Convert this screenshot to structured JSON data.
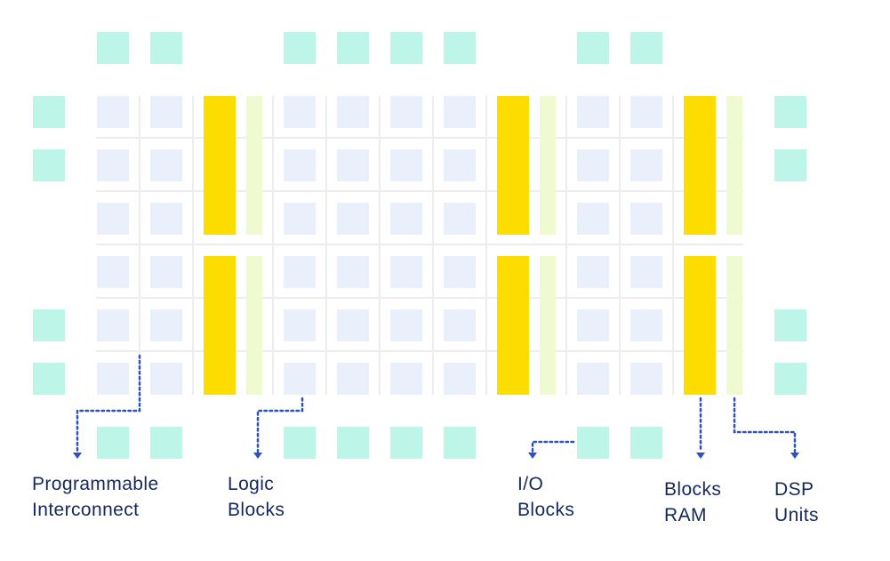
{
  "colors": {
    "io_block": "#bdf6e9",
    "logic_block": "#e9f0fb",
    "block_ram": "#fddc00",
    "dsp_unit": "#effad0",
    "interconnect_line": "#ededed",
    "callout": "#2c50c8",
    "label_text": "#16285a"
  },
  "labels": {
    "programmable_interconnect": {
      "line1": "Programmable",
      "line2": "Interconnect"
    },
    "logic_blocks": {
      "line1": "Logic",
      "line2": "Blocks"
    },
    "io_blocks": {
      "line1": "I/O",
      "line2": "Blocks"
    },
    "blocks_ram": {
      "line1": "Blocks",
      "line2": "RAM"
    },
    "dsp_units": {
      "line1": "DSP",
      "line2": "Units"
    }
  }
}
